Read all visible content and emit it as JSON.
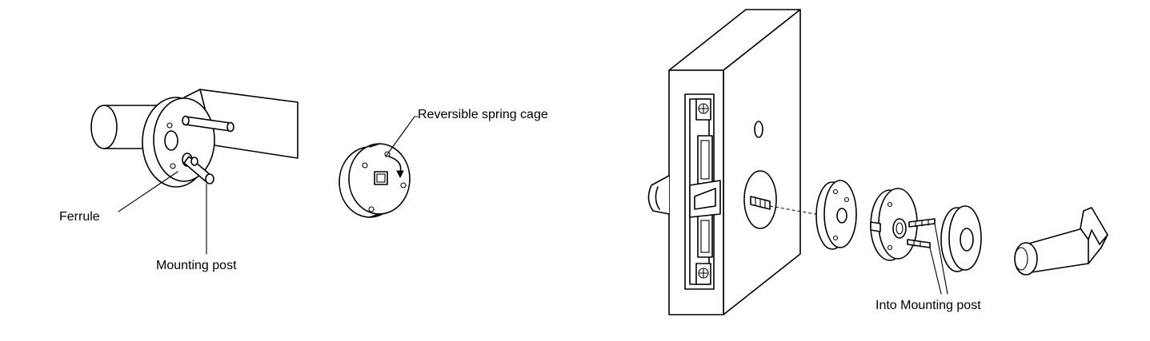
{
  "labels": {
    "reversible_spring_cage": "Reversible spring cage",
    "ferrule": "Ferrule",
    "mounting_post": "Mounting post",
    "into_mounting_post": "Into Mounting post"
  }
}
